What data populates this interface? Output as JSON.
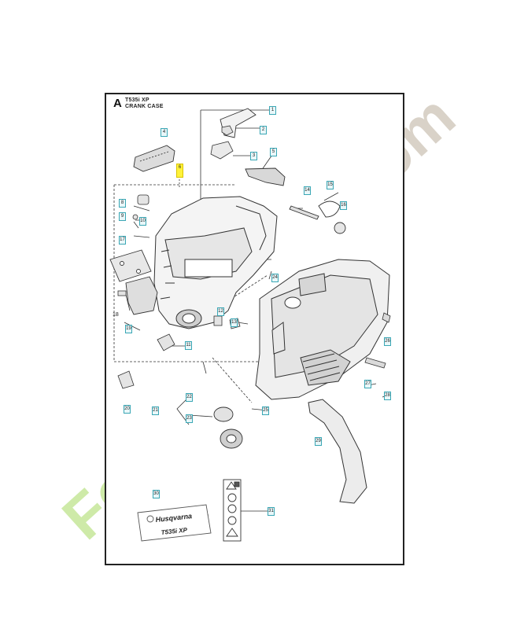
{
  "header": {
    "section": "A",
    "model": "T535i XP",
    "subtitle": "CRANK CASE"
  },
  "callouts": [
    {
      "label": "1"
    },
    {
      "label": "2"
    },
    {
      "label": "3"
    },
    {
      "label": "4"
    },
    {
      "label": "5"
    },
    {
      "label": "6",
      "highlighted": true
    },
    {
      "label": "8"
    },
    {
      "label": "9"
    },
    {
      "label": "10"
    },
    {
      "label": "11"
    },
    {
      "label": "12"
    },
    {
      "label": "13"
    },
    {
      "label": "14"
    },
    {
      "label": "15"
    },
    {
      "label": "16"
    },
    {
      "label": "17"
    },
    {
      "label": "18"
    },
    {
      "label": "19"
    },
    {
      "label": "20"
    },
    {
      "label": "21"
    },
    {
      "label": "22"
    },
    {
      "label": "23"
    },
    {
      "label": "24"
    },
    {
      "label": "25"
    },
    {
      "label": "26"
    },
    {
      "label": "27"
    },
    {
      "label": "28"
    },
    {
      "label": "29"
    },
    {
      "label": "30"
    },
    {
      "label": "31"
    }
  ],
  "plain_labels": {
    "p18": "18"
  },
  "decal": {
    "brand": "Husqvarna",
    "model": "T535i XP"
  },
  "watermark": {
    "text_green": "Forestjardin",
    "text_gray": ".com",
    "color_green": "#c6e79a",
    "color_gray": "#d3cbbf"
  },
  "colors": {
    "callout_border": "#3aa7b5",
    "highlight": "#fff23a",
    "line": "#333333"
  }
}
